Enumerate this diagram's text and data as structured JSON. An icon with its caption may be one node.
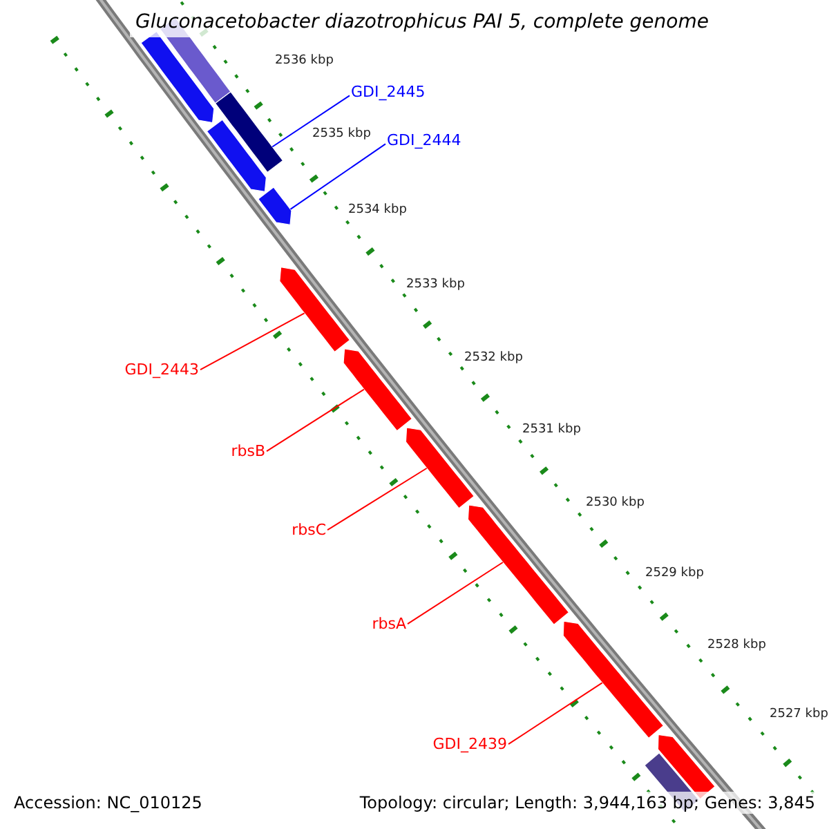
{
  "diagram": {
    "title": "Gluconacetobacter diazotrophicus PAI 5, complete genome",
    "nodes": [
      {
        "text": [],
        "shape": "bar"
      },
      {
        "text": [],
        "shape": "bar"
      },
      {
        "text": [
          "GDI_2445"
        ]
      },
      {
        "text": [],
        "shape": "bar"
      },
      {
        "text": [],
        "shape": "bar"
      },
      {
        "text": [
          "GDI_2444"
        ]
      },
      {
        "text": [],
        "shape": "bar"
      },
      {
        "text": [],
        "shape": "bar"
      },
      {
        "text": [
          "GDI_2443"
        ]
      },
      {
        "text": [],
        "shape": "bar"
      },
      {
        "text": [
          "rbsB"
        ]
      },
      {
        "text": [],
        "shape": "bar"
      },
      {
        "text": [
          "rbsC"
        ]
      },
      {
        "text": [],
        "shape": "bar"
      },
      {
        "text": [
          "rbsA"
        ]
      },
      {
        "text": [],
        "shape": "bar"
      },
      {
        "text": [
          "GDI_2439"
        ]
      },
      {
        "text": [],
        "shape": "bar"
      },
      {
        "text": [],
        "shape": "bar"
      }
    ],
    "edges": [
      {
        "from": 2,
        "to": 3,
        "arrow": "none",
        "color": "#0000ff"
      },
      {
        "from": 5,
        "to": 6,
        "arrow": "none",
        "color": "#0000ff"
      },
      {
        "from": 8,
        "to": 7,
        "arrow": "none"
      },
      {
        "from": 10,
        "to": 9,
        "arrow": "none"
      },
      {
        "from": 12,
        "to": 11,
        "arrow": "none"
      },
      {
        "from": 14,
        "to": 13,
        "arrow": "none"
      },
      {
        "from": 16,
        "to": 15,
        "arrow": "none"
      }
    ],
    "labels": [
      "2536 kbp",
      "2535 kbp",
      "2534 kbp",
      "2533 kbp",
      "2532 kbp",
      "2531 kbp",
      "2530 kbp",
      "2529 kbp",
      "2528 kbp",
      "2527 kbp",
      "Accession: NC_010125",
      "Topology: circular; Length: 3,944,163 bp; Genes: 3,845"
    ]
  }
}
